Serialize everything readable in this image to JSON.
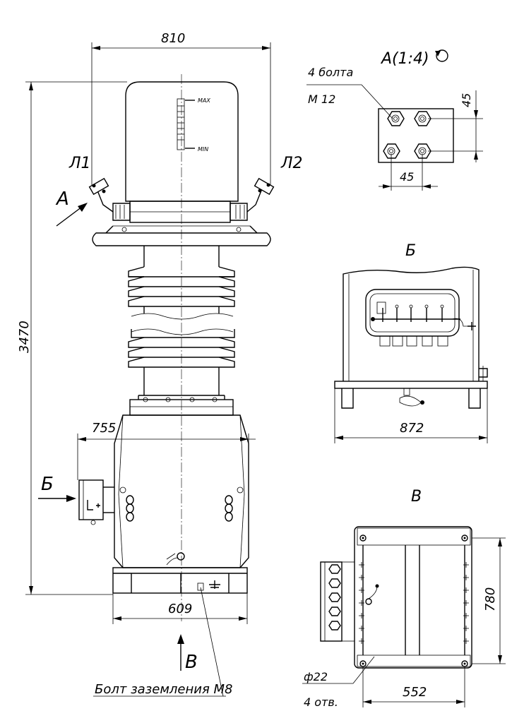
{
  "dims": {
    "width_810": "810",
    "height_3470": "3470",
    "width_755": "755",
    "width_609": "609",
    "width_872": "872",
    "plate_45_v": "45",
    "plate_45_h": "45",
    "base_780": "780",
    "base_552": "552",
    "hole_d22": "ф22"
  },
  "labels": {
    "terminal_l1": "Л1",
    "terminal_l2": "Л2",
    "arrow_a": "А",
    "arrow_b": "Б",
    "arrow_v": "В",
    "oil_max": "MAX",
    "oil_min": "MIN",
    "view_a": "А(1:4)",
    "view_b": "Б",
    "view_v": "В",
    "bolts_count": "4 болта",
    "bolts_size": "М 12",
    "ground_bolt": "Болт заземления М8",
    "holes_count": "4 отв."
  }
}
